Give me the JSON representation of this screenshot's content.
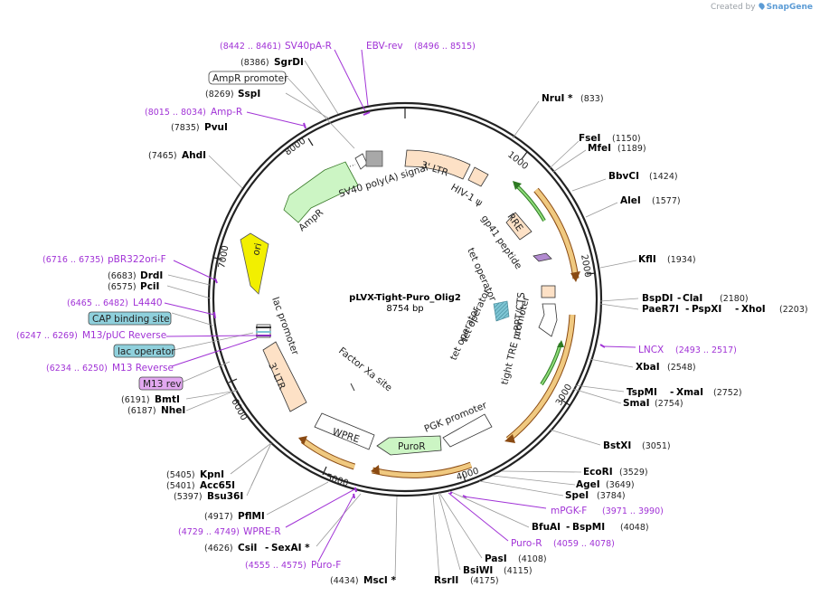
{
  "branding": {
    "created_by": "Created by",
    "app": "SnapGene"
  },
  "plasmid": {
    "name": "pLVX-Tight-Puro_Olig2",
    "size": "8754 bp"
  },
  "colors": {
    "primer": "#a133d6",
    "orange": "#f0c980",
    "orange_dark": "#8a4a12",
    "green_fill": "#ccf5c4",
    "green_stroke": "#3aaa2a",
    "peach": "#fde1c6",
    "yellow": "#f2ef00",
    "teal": "#7ec5d4",
    "gray": "#a8a8a8",
    "violet": "#b28ad0"
  },
  "ticks": [
    "1000",
    "2000",
    "3000",
    "4000",
    "5000",
    "6000",
    "7000",
    "8000"
  ],
  "enzymes": [
    {
      "name": "NruI *",
      "pos": "(833)"
    },
    {
      "name": "FseI",
      "pos": "(1150)"
    },
    {
      "name": "MfeI",
      "pos": "(1189)"
    },
    {
      "name": "BbvCI",
      "pos": "(1424)"
    },
    {
      "name": "AleI",
      "pos": "(1577)"
    },
    {
      "name": "KflI",
      "pos": "(1934)"
    },
    {
      "name": "BspDI",
      "name2": "ClaI",
      "pos": "(2180)"
    },
    {
      "name": "PaeR7I",
      "name2": "PspXI",
      "name3": "XhoI",
      "pos": "(2203)"
    },
    {
      "name": "XbaI",
      "pos": "(2548)"
    },
    {
      "name": "TspMI",
      "name2": "XmaI",
      "pos": "(2752)"
    },
    {
      "name": "SmaI",
      "pos": "(2754)"
    },
    {
      "name": "BstXI",
      "pos": "(3051)"
    },
    {
      "name": "EcoRI",
      "pos": "(3529)"
    },
    {
      "name": "AgeI",
      "pos": "(3649)"
    },
    {
      "name": "SpeI",
      "pos": "(3784)"
    },
    {
      "name": "BfuAI",
      "name2": "BspMI",
      "pos": "(4048)"
    },
    {
      "name": "PasI",
      "pos": "(4108)"
    },
    {
      "name": "BsiWI",
      "pos": "(4115)"
    },
    {
      "name": "RsrII",
      "pos": "(4175)"
    },
    {
      "name": "MscI *",
      "pos": "(4434)"
    },
    {
      "name": "CsiI",
      "name2": "SexAI *",
      "pos": "(4626)"
    },
    {
      "name": "PflMI",
      "pos": "(4917)"
    },
    {
      "name": "KpnI",
      "pos": "(5405)"
    },
    {
      "name": "Acc65I",
      "pos": "(5401)"
    },
    {
      "name": "Bsu36I",
      "pos": "(5397)"
    },
    {
      "name": "BmtI",
      "pos": "(6191)"
    },
    {
      "name": "NheI",
      "pos": "(6187)"
    },
    {
      "name": "DrdI",
      "pos": "(6683)"
    },
    {
      "name": "PciI",
      "pos": "(6575)"
    },
    {
      "name": "AhdI",
      "pos": "(7465)"
    },
    {
      "name": "PvuI",
      "pos": "(7835)"
    },
    {
      "name": "SspI",
      "pos": "(8269)"
    },
    {
      "name": "SgrDI",
      "pos": "(8386)"
    }
  ],
  "primers": [
    {
      "name": "SV40pA-R",
      "pos": "(8442 .. 8461)"
    },
    {
      "name": "EBV-rev",
      "pos": "(8496 .. 8515)"
    },
    {
      "name": "Amp-R",
      "pos": "(8015 .. 8034)"
    },
    {
      "name": "pBR322ori-F",
      "pos": "(6716 .. 6735)"
    },
    {
      "name": "L4440",
      "pos": "(6465 .. 6482)"
    },
    {
      "name": "M13/pUC Reverse",
      "pos": "(6247 .. 6269)"
    },
    {
      "name": "M13 Reverse",
      "pos": "(6234 .. 6250)"
    },
    {
      "name": "LNCX",
      "pos": "(2493 .. 2517)"
    },
    {
      "name": "mPGK-F",
      "pos": "(3971 .. 3990)"
    },
    {
      "name": "Puro-R",
      "pos": "(4059 .. 4078)"
    },
    {
      "name": "WPRE-R",
      "pos": "(4729 .. 4749)"
    },
    {
      "name": "Puro-F",
      "pos": "(4555 .. 4575)"
    }
  ],
  "boxed_labels": [
    {
      "text": "AmpR promoter"
    },
    {
      "text": "CAP binding site"
    },
    {
      "text": "lac operator"
    },
    {
      "text": "M13 rev"
    }
  ],
  "features": [
    {
      "text": "3' LTR"
    },
    {
      "text": "HIV-1 ψ"
    },
    {
      "text": "RRE"
    },
    {
      "text": "gp41 peptide"
    },
    {
      "text": "cPPT/CTS"
    },
    {
      "text": "tight TRE promoter"
    },
    {
      "text": "tet operator"
    },
    {
      "text": "tet operator"
    },
    {
      "text": "tet operator"
    },
    {
      "text": "PGK promoter"
    },
    {
      "text": "PuroR"
    },
    {
      "text": "WPRE"
    },
    {
      "text": "Factor Xa site"
    },
    {
      "text": "3' LTR"
    },
    {
      "text": "lac promoter"
    },
    {
      "text": "ori"
    },
    {
      "text": "AmpR"
    },
    {
      "text": "SV40 poly(A) signal"
    }
  ]
}
